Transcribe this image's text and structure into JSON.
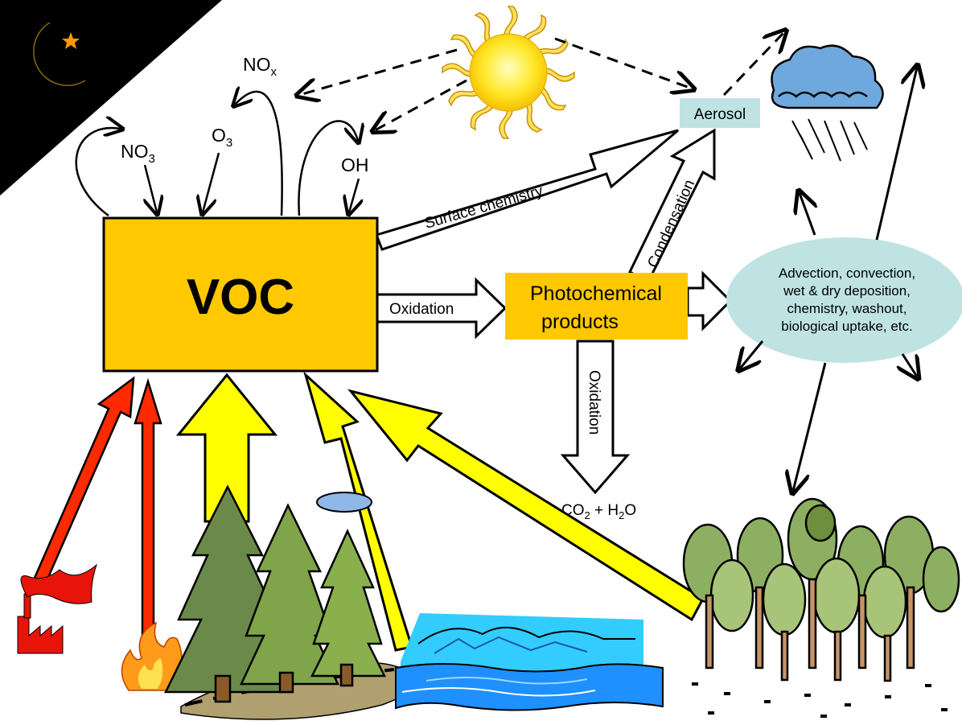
{
  "voc": {
    "label": "VOC"
  },
  "photochem": {
    "line1": "Photochemical",
    "line2": "products"
  },
  "aerosol": {
    "label": "Aerosol"
  },
  "transport": {
    "lines": [
      "Advection, convection,",
      "wet & dry deposition,",
      "chemistry,  washout,",
      "biological uptake, etc."
    ]
  },
  "oxidants": {
    "no3": {
      "base": "NO",
      "sub": "3"
    },
    "o3": {
      "base": "O",
      "sub": "3"
    },
    "nox": {
      "base": "NO",
      "sub": "x"
    },
    "oh": {
      "label": "OH"
    }
  },
  "arrows": {
    "surface_chemistry": "Surface chemistry",
    "oxidation_h": "Oxidation",
    "oxidation_v": "Oxidation",
    "condensation": "Condensation"
  },
  "products": {
    "co2": "CO",
    "co2_sub": "2",
    "plus": " + H",
    "h2o_sub": "2",
    "o": "O"
  },
  "icons": [
    "moon-star-icon",
    "sun-icon",
    "rain-cloud-icon",
    "factory-icon",
    "fire-icon",
    "conifer-trees-icon",
    "lake-icon",
    "deciduous-trees-icon",
    "small-cloud-icon"
  ],
  "colors": {
    "voc_fill": "#FFC800",
    "photochem_fill": "#FFC800",
    "aerosol_fill": "#BFE3E3",
    "transport_fill": "#BFE3E3",
    "emission_yellow": "#FFFF00",
    "anthropogenic_red": "#FF2A00",
    "night": "#000000"
  }
}
